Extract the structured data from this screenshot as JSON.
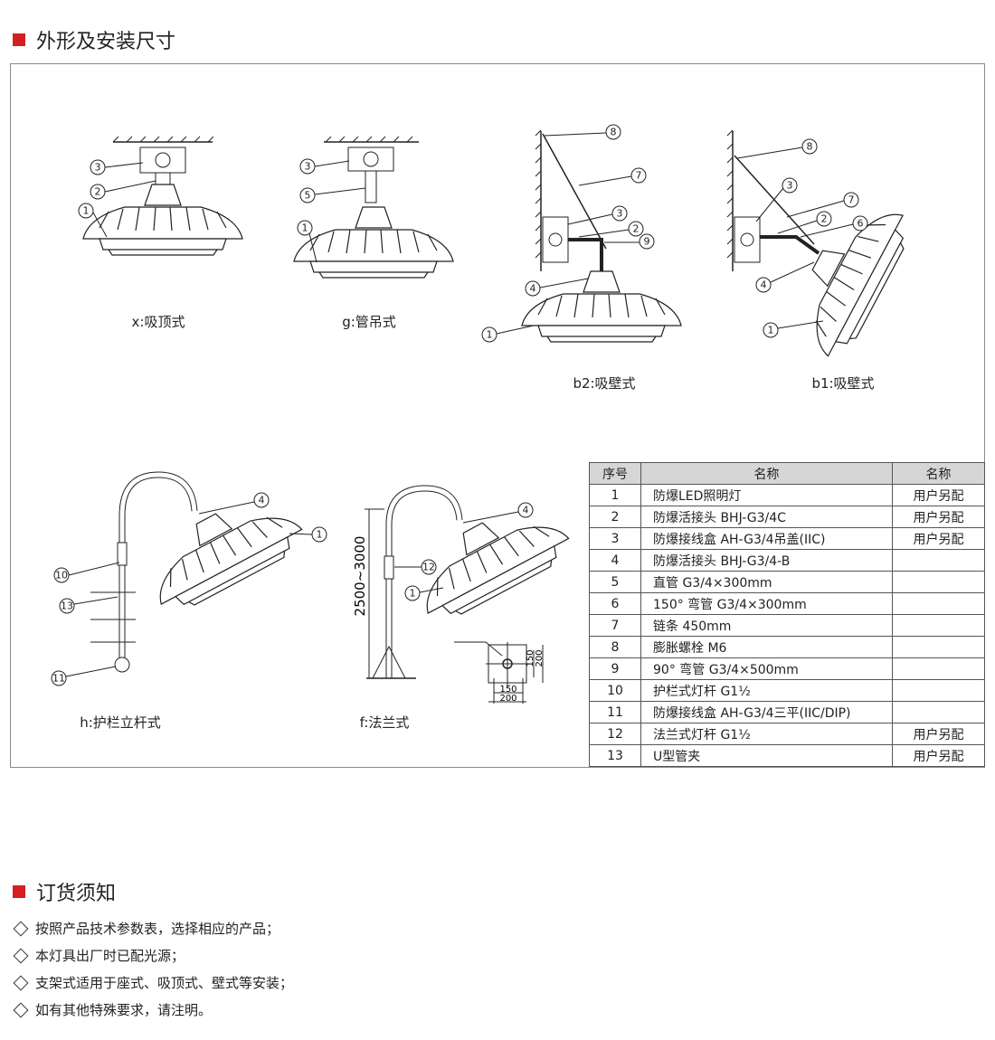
{
  "sections": {
    "dimensions_title": "外形及安装尺寸",
    "ordering_title": "订货须知"
  },
  "diagrams": {
    "x": {
      "caption": "x:吸顶式",
      "callouts": [
        "3",
        "2",
        "1"
      ]
    },
    "g": {
      "caption": "g:管吊式",
      "callouts": [
        "3",
        "5",
        "1"
      ]
    },
    "b2": {
      "caption": "b2:吸壁式",
      "callouts": [
        "8",
        "7",
        "3",
        "2",
        "9",
        "4",
        "1"
      ]
    },
    "b1": {
      "caption": "b1:吸壁式",
      "callouts": [
        "8",
        "3",
        "7",
        "2",
        "6",
        "4",
        "1"
      ]
    },
    "h": {
      "caption": "h:护栏立杆式",
      "callouts": [
        "4",
        "1",
        "10",
        "13",
        "11"
      ]
    },
    "f": {
      "caption": "f:法兰式",
      "callouts": [
        "4",
        "12",
        "1"
      ],
      "height_dim": "2500~3000",
      "plate_dims": [
        "150",
        "200",
        "150",
        "200"
      ]
    }
  },
  "table": {
    "headers": [
      "序号",
      "名称",
      "名称"
    ],
    "rows": [
      {
        "no": "1",
        "name": "防爆LED照明灯",
        "note": "用户另配"
      },
      {
        "no": "2",
        "name": "防爆活接头 BHJ-G3/4C",
        "note": "用户另配"
      },
      {
        "no": "3",
        "name": "防爆接线盒 AH-G3/4吊盖(IIC)",
        "note": "用户另配"
      },
      {
        "no": "4",
        "name": "防爆活接头 BHJ-G3/4-B",
        "note": ""
      },
      {
        "no": "5",
        "name": "直管 G3/4×300mm",
        "note": ""
      },
      {
        "no": "6",
        "name": "150° 弯管 G3/4×300mm",
        "note": ""
      },
      {
        "no": "7",
        "name": "链条 450mm",
        "note": ""
      },
      {
        "no": "8",
        "name": "膨胀螺栓 M6",
        "note": ""
      },
      {
        "no": "9",
        "name": "90° 弯管 G3/4×500mm",
        "note": ""
      },
      {
        "no": "10",
        "name": "护栏式灯杆 G1½",
        "note": ""
      },
      {
        "no": "11",
        "name": "防爆接线盒 AH-G3/4三平(IIC/DIP)",
        "note": ""
      },
      {
        "no": "12",
        "name": "法兰式灯杆 G1½",
        "note": "用户另配"
      },
      {
        "no": "13",
        "name": "U型管夹",
        "note": "用户另配"
      }
    ]
  },
  "ordering_notes": [
    "按照产品技术参数表，选择相应的产品；",
    "本灯具出厂时已配光源；",
    "支架式适用于座式、吸顶式、壁式等安装；",
    "如有其他特殊要求，请注明。"
  ]
}
